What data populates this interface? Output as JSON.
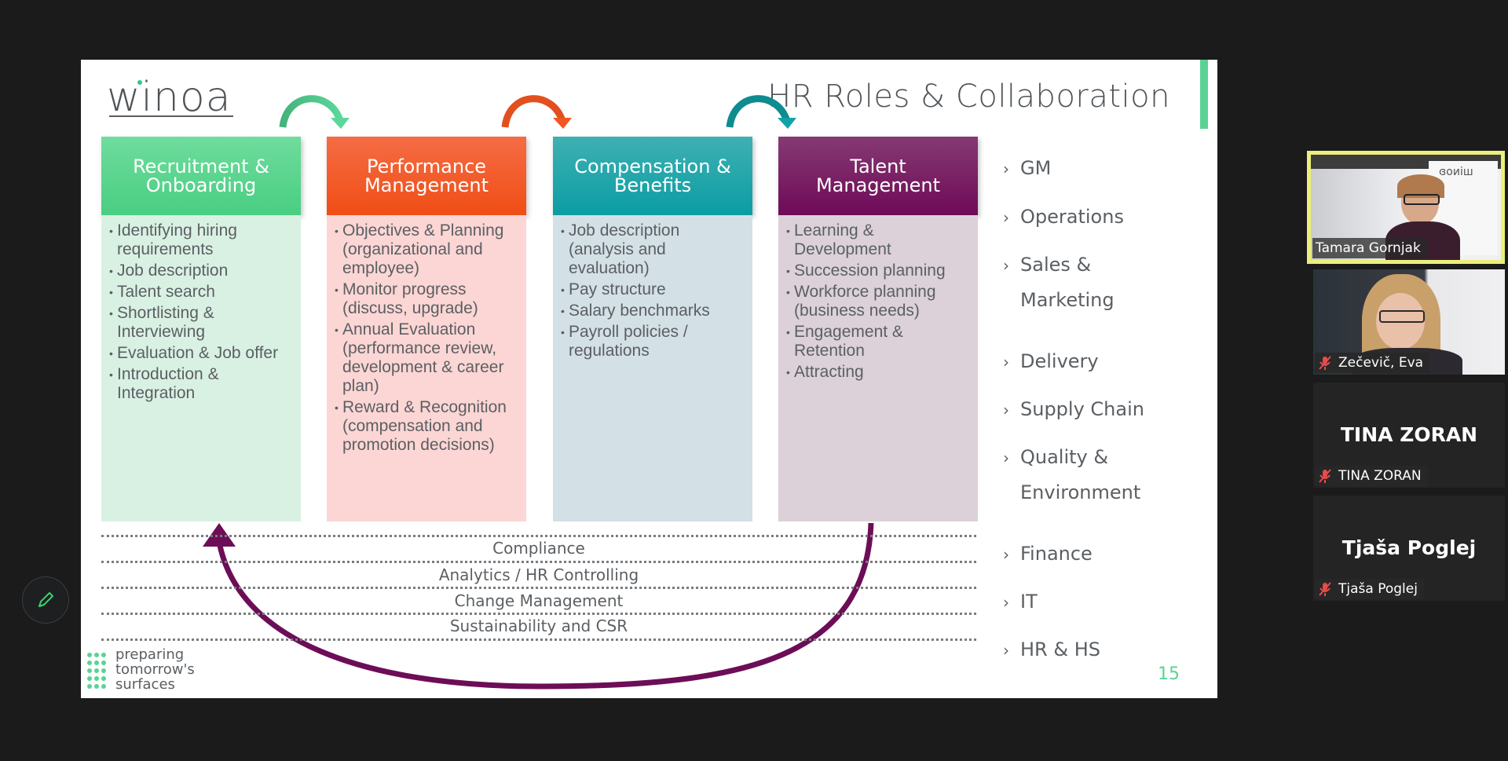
{
  "slide": {
    "logo": "winoa",
    "title": "HR Roles & Collaboration",
    "columns": [
      {
        "header_lines": [
          "Recruitment &",
          "Onboarding"
        ],
        "color": "#4fcf85",
        "body_color": "#d9f1e3",
        "items": [
          "Identifying hiring requirements",
          "Job description",
          "Talent search",
          "Shortlisting & Interviewing",
          "Evaluation & Job offer",
          "Introduction & Integration"
        ]
      },
      {
        "header_lines": [
          "Performance",
          "Management"
        ],
        "color": "#f2571f",
        "body_color": "#fcd6d4",
        "items": [
          "Objectives & Planning (organizational and employee)",
          "Monitor progress (discuss, upgrade)",
          "Annual Evaluation (performance review, development & career plan)",
          "Reward & Recognition (compensation and promotion decisions)"
        ]
      },
      {
        "header_lines": [
          "Compensation &",
          "Benefits"
        ],
        "color": "#11a2a8",
        "body_color": "#d3e0e5",
        "items": [
          "Job description (analysis and evaluation)",
          "Pay structure",
          "Salary benchmarks",
          "Payroll policies / regulations"
        ]
      },
      {
        "header_lines": [
          "Talent",
          "Management"
        ],
        "color": "#75125e",
        "body_color": "#dcd1d9",
        "items": [
          "Learning & Development",
          "Succession planning",
          "Workforce planning (business needs)",
          "Engagement & Retention",
          "Attracting"
        ]
      }
    ],
    "bands": [
      "Compliance",
      "Analytics / HR Controlling",
      "Change Management",
      "Sustainability and CSR"
    ],
    "departments": [
      [
        "GM"
      ],
      [
        "Operations"
      ],
      [
        "Sales &",
        "Marketing"
      ],
      [
        "Delivery"
      ],
      [
        "Supply Chain"
      ],
      [
        "Quality &",
        "Environment"
      ],
      [
        "Finance"
      ],
      [
        "IT"
      ],
      [
        "HR & HS"
      ]
    ],
    "tagline": [
      "preparing",
      "tomorrow's",
      "surfaces"
    ],
    "page_number": "15",
    "accent_color": "#59d394"
  },
  "participants": [
    {
      "name": "Tamara Gornjak",
      "video": true,
      "active_speaker": true,
      "muted": false
    },
    {
      "name": "Zečevič, Eva",
      "video": true,
      "active_speaker": false,
      "muted": true
    },
    {
      "name": "TINA ZORAN",
      "display": "TINA ZORAN",
      "video": false,
      "muted": true
    },
    {
      "name": "Tjaša Poglej",
      "display": "Tjaša Poglej",
      "video": false,
      "muted": true
    }
  ],
  "toolbar": {
    "annotate_icon": "pencil-icon"
  }
}
